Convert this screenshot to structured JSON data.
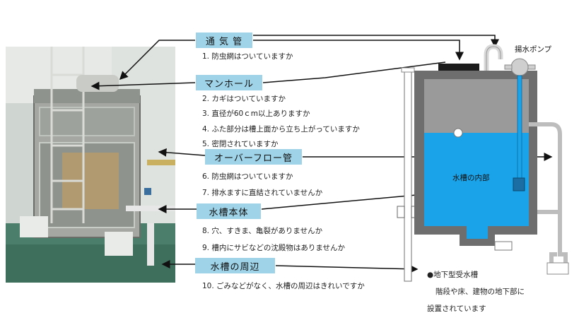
{
  "labels": {
    "vent_pipe": "通 気 管",
    "manhole": "マンホール",
    "overflow_pipe": "オーバーフロー管",
    "tank_body": "水槽本体",
    "tank_surroundings": "水槽の周辺"
  },
  "checklist": [
    "1.  防虫網はついていますか",
    "2.  カギはついていますか",
    "3.  直径が60ｃm以上ありますか",
    "4.  ふた部分は槽上面から立ち上がっていますか",
    "5.  密閉されていますか",
    "6.  防虫網はついていますか",
    "7.  排水ますに直結されていませんか",
    "8.  穴、すきま、亀裂がありませんか",
    "9.  槽内にサビなどの沈殿物はありませんか",
    "10.  ごみなどがなく、水槽の周辺はきれいですか"
  ],
  "diagram": {
    "pump_label": "揚水ポンプ",
    "tank_interior_label": "水槽の内部",
    "note_line1": "●地下型受水槽",
    "note_line2": "階段や床、建物の地下部に",
    "note_line3": "設置されています"
  },
  "colors": {
    "label_bg": "#9fd3e8",
    "water": "#1aa3e8",
    "tank_wall": "#707070",
    "tank_inner": "#9a9a9a"
  }
}
